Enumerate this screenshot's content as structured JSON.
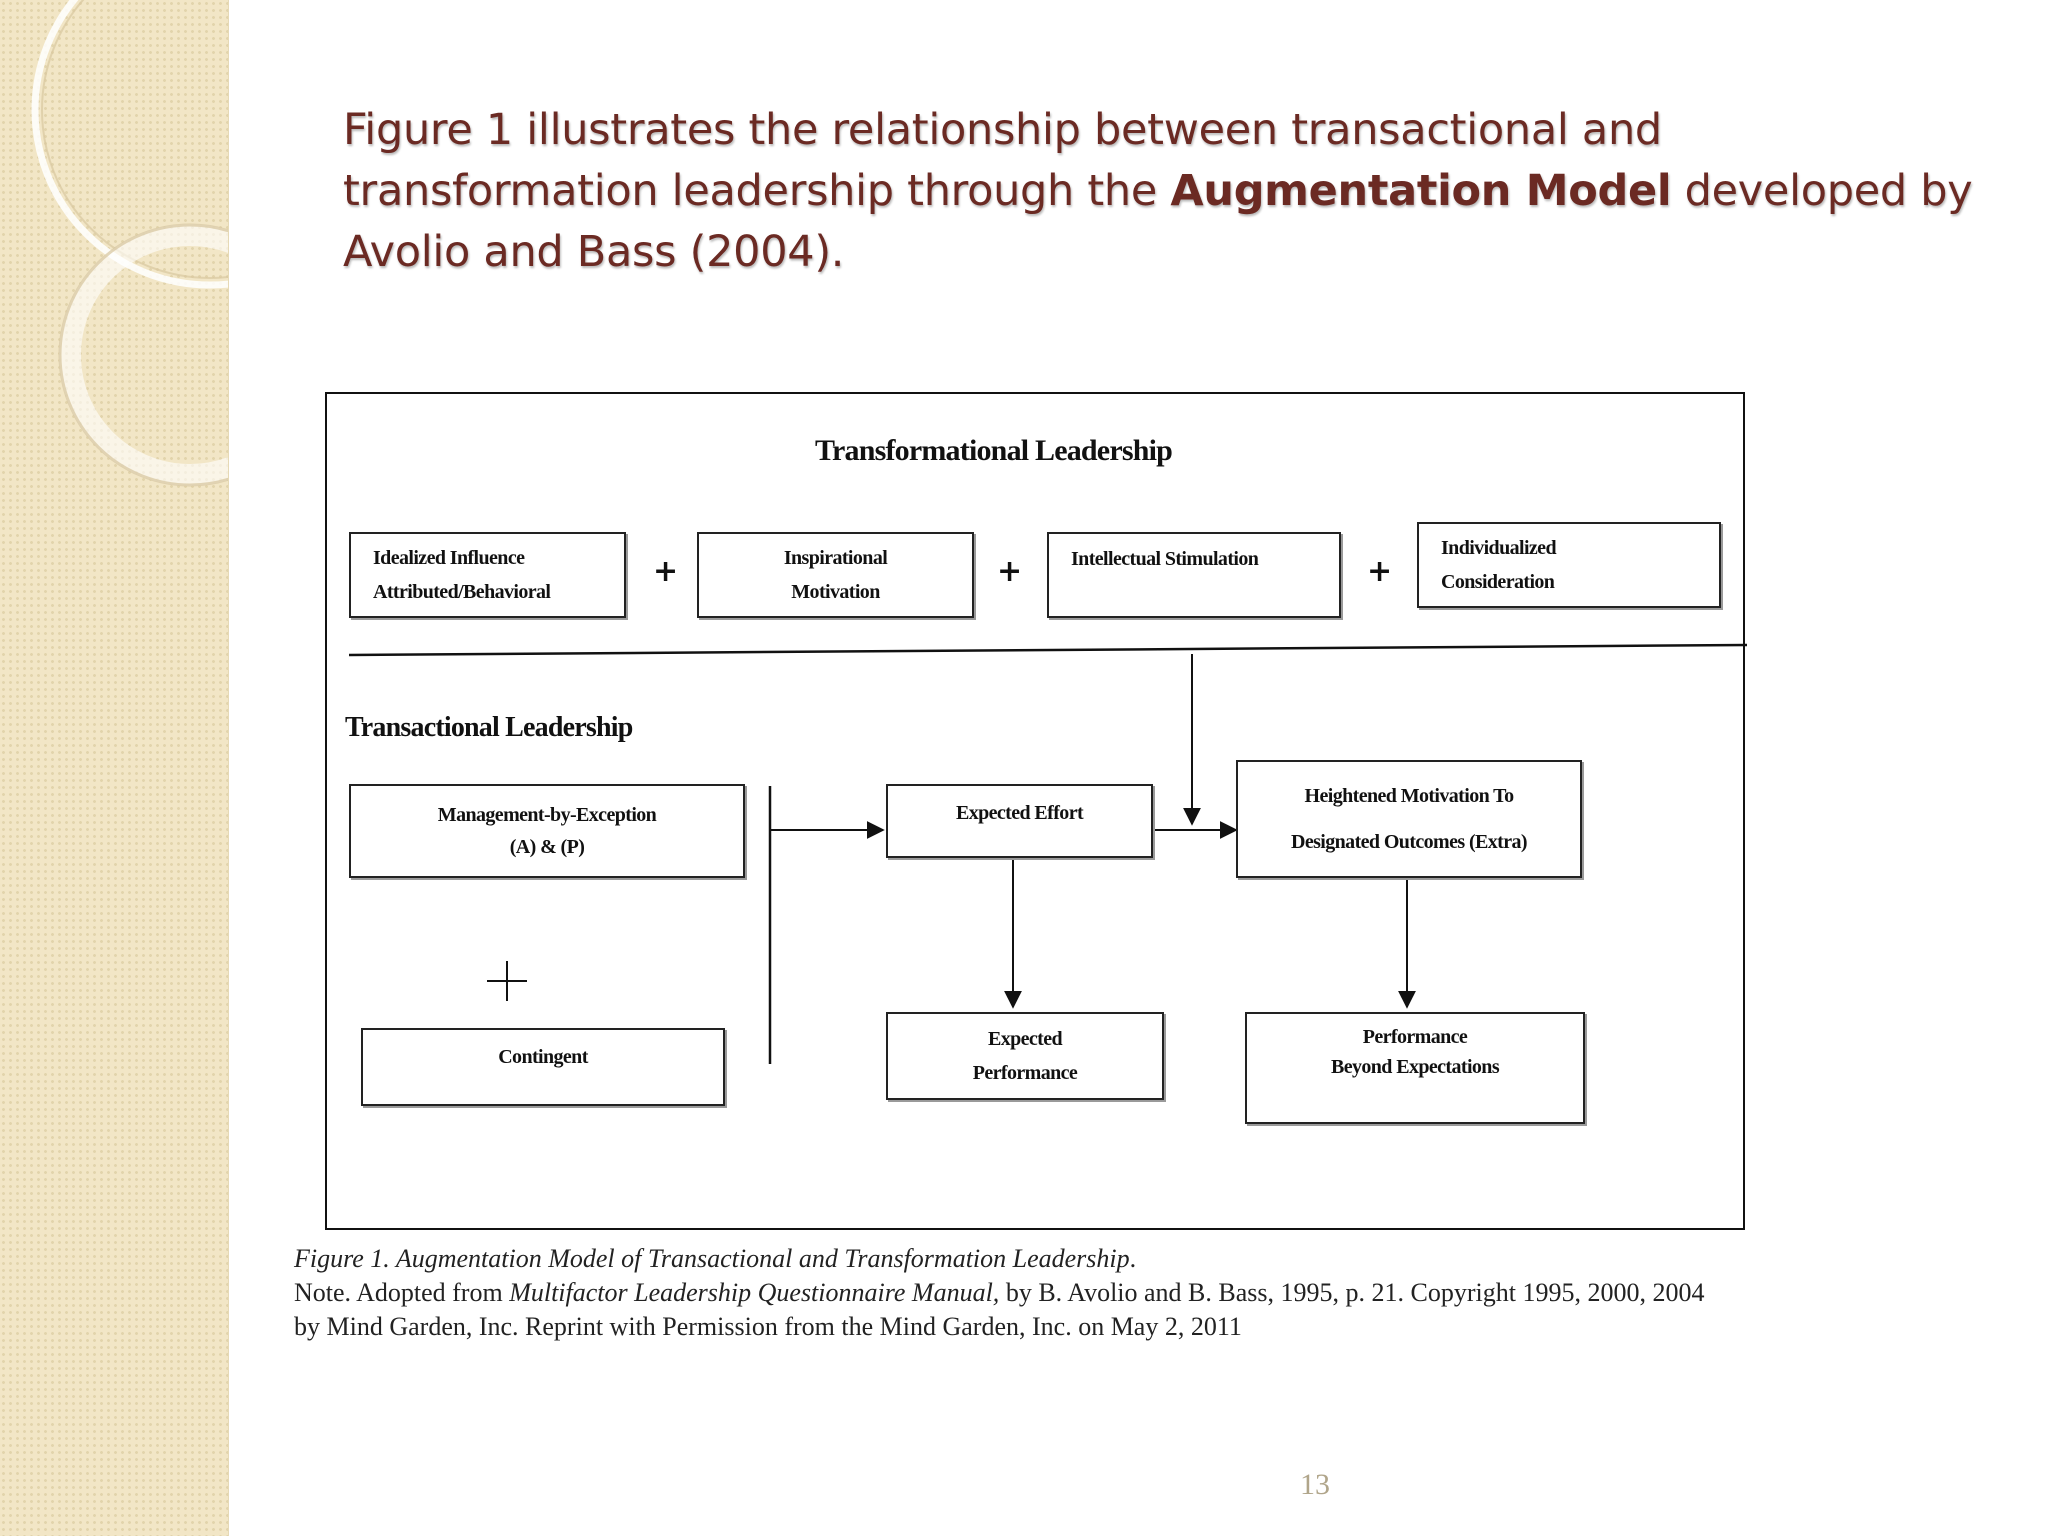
{
  "slide": {
    "title_pre": "Figure 1 illustrates the relationship between transactional and transformation leadership through the ",
    "title_bold": "Augmentation Model",
    "title_post": " developed by Avolio and Bass (2004).",
    "page_number": "13"
  },
  "diagram": {
    "transformational_heading": "Transformational Leadership",
    "transformational_boxes": [
      {
        "line1": "Idealized Influence",
        "line2": "Attributed/Behavioral"
      },
      {
        "line1": "Inspirational",
        "line2": "Motivation"
      },
      {
        "line1": "Intellectual Stimulation",
        "line2": ""
      },
      {
        "line1": "Individualized",
        "line2": "Consideration"
      }
    ],
    "plus_sign": "+",
    "transactional_heading": "Transactional Leadership",
    "management_by_exception": {
      "line1": "Management-by-Exception",
      "line2": "(A) & (P)"
    },
    "contingent": "Contingent",
    "expected_effort": "Expected Effort",
    "heightened_motivation": {
      "line1": "Heightened Motivation To",
      "line2": "Designated Outcomes (Extra)"
    },
    "expected_performance": {
      "line1": "Expected",
      "line2": "Performance"
    },
    "performance_beyond": {
      "line1": "Performance",
      "line2": "Beyond Expectations"
    }
  },
  "caption": {
    "figure_label": "Figure 1. Augmentation Model of Transactional and Transformation Leadership",
    "figure_label_end": ".",
    "note_prefix": "Note. Adopted from ",
    "note_source": "Multifactor Leadership Questionnaire Manual,",
    "note_rest": " by B. Avolio and B. Bass, 1995, p. 21. Copyright 1995, 2000, 2004",
    "note_line2": "by Mind Garden, Inc. Reprint with Permission from the Mind Garden, Inc. on May 2, 2011"
  }
}
